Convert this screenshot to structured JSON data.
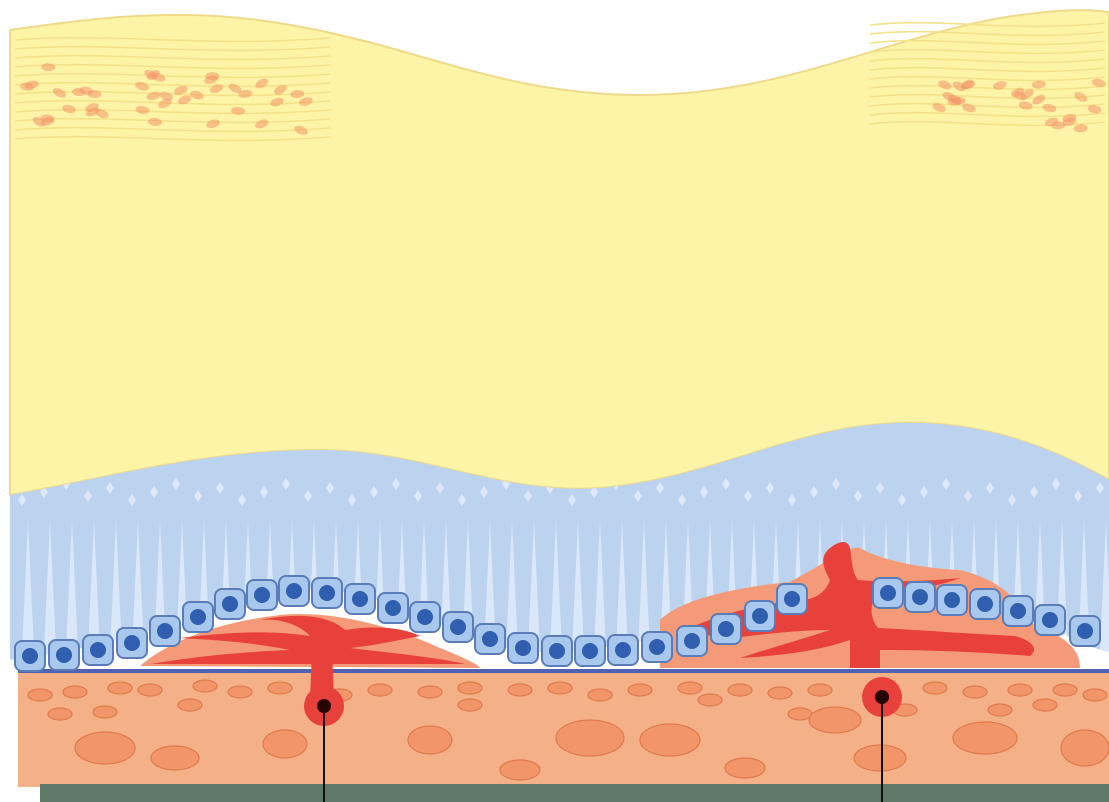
{
  "diagram": {
    "colors": {
      "background": "#ffffff",
      "vitreous_yellow": "#fdf4a8",
      "vitreous_edge": "#efd98a",
      "fiber_yellow": "#f3e28a",
      "retina_blue": "#bcd3ef",
      "retina_light": "#dde9f8",
      "rpe_cell": "#a9c8ee",
      "rpe_cell_border": "#5b7cb7",
      "rpe_nucleus": "#2f5fae",
      "bruch_line": "#5162b3",
      "choroid": "#f4b188",
      "choroid_cell": "#f2966a",
      "choroid_cell_border": "#e07a4e",
      "neovascular_red": "#e8403a",
      "neovascular_orange": "#f59a78",
      "vessel_dot": "#2a0000",
      "sclera_green": "#5f7a68",
      "leader_line": "#111111"
    },
    "layers": [
      "vitreous",
      "retina",
      "retinal-pigment-epithelium",
      "bruch-membrane",
      "choroid",
      "sclera"
    ],
    "lesions": [
      {
        "name": "sub-rpe-neovascularization",
        "rpe_intact": true
      },
      {
        "name": "sub-retinal-neovascularization",
        "rpe_intact": false
      }
    ]
  }
}
